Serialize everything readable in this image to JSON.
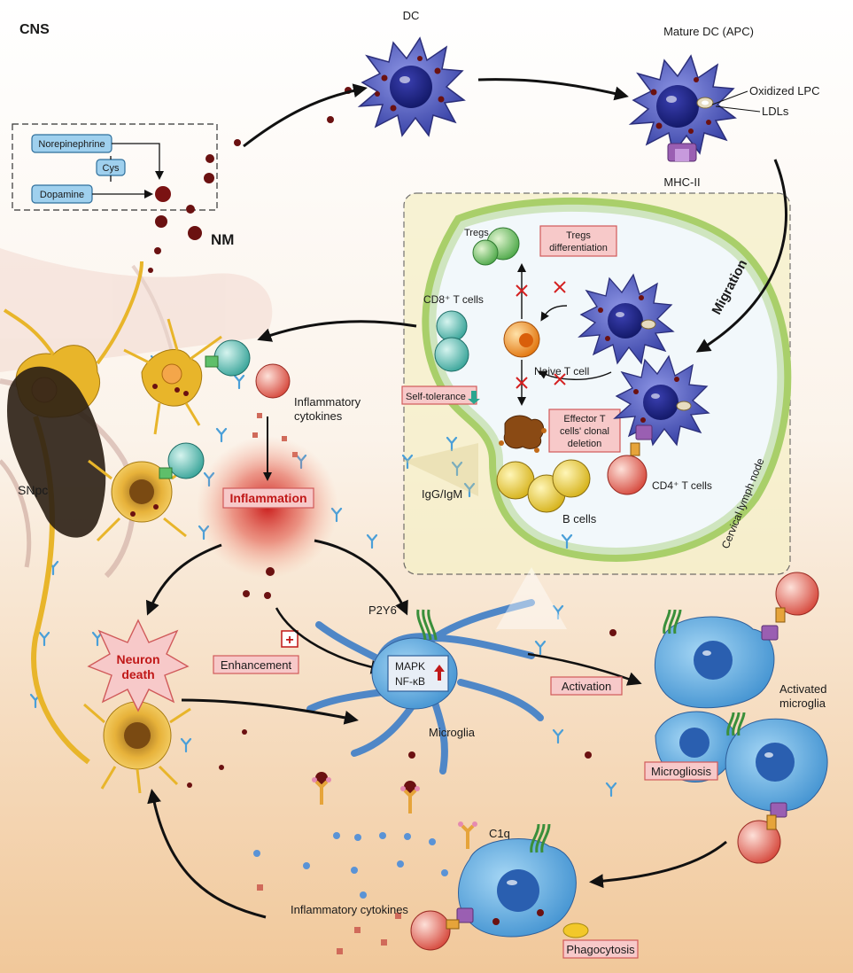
{
  "region_label": "CNS",
  "colors": {
    "background_top": "#ffffff",
    "background_bottom": "#f1c89a",
    "lymph_node_fill": "#f6f0c8",
    "lymph_node_ring": "#a9cf6a",
    "dc_cell": "#5a63c9",
    "microglia": "#6fb9e6",
    "neuron": "#e8b52a",
    "melanin": "#6b1111",
    "antibody": "#4a9fd8",
    "label_box": "#f7c9c9",
    "synthesis_box": "#9fd0ee"
  },
  "synthesis": {
    "norepinephrine": "Norepinephrine",
    "cys": "Cys",
    "dopamine": "Dopamine"
  },
  "labels": {
    "nm": "NM",
    "dc": "DC",
    "mature_dc": "Mature DC (APC)",
    "oxidized_lpc": "Oxidized LPC",
    "ldls": "LDLs",
    "mhc_ii": "MHC-II",
    "migration": "Migration",
    "tregs": "Tregs",
    "cd8_t_cells": "CD8⁺ T cells",
    "naive_t_cell": "Naive T cell",
    "cd4_t_cells": "CD4⁺ T cells",
    "b_cells": "B cells",
    "igg_igm": "IgG/IgM",
    "cervical_lymph_node": "Cervical lymph node",
    "inflammatory_cytokines_top_line1": "Inflammatory",
    "inflammatory_cytokines_top_line2": "cytokines",
    "snpc": "SNpc",
    "p2y6": "P2Y6",
    "mapk": "MAPK",
    "nfkb": "NF-κB",
    "microglia": "Microglia",
    "activated_microglia_line1": "Activated",
    "activated_microglia_line2": "microglia",
    "c1q": "C1q",
    "inflammatory_cytokines_bottom": "Inflammatory cytokines"
  },
  "boxes": {
    "tregs_diff_line1": "Tregs",
    "tregs_diff_line2": "differentiation",
    "self_tolerance": "Self-tolerance",
    "effector_line1": "Effector T",
    "effector_line2": "cells' clonal",
    "effector_line3": "deletion",
    "inflammation": "Inflammation",
    "neuron_death_line1": "Neuron",
    "neuron_death_line2": "death",
    "enhancement": "Enhancement",
    "activation": "Activation",
    "microgliosis": "Microgliosis",
    "phagocytosis": "Phagocytosis"
  }
}
